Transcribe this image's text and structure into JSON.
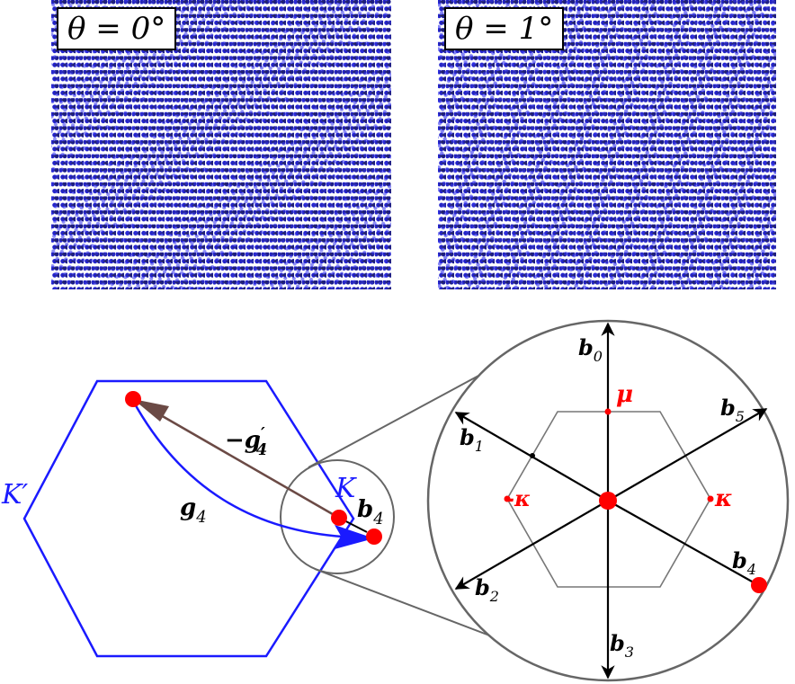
{
  "panels": {
    "left_label": "θ = 0°",
    "right_label": "θ = 1°"
  },
  "bz": {
    "K_prime_label": "K′",
    "K_label": "K",
    "g4_label": "g",
    "g4_sub": "4",
    "neg_g4prime_label": "−g",
    "neg_g4prime_sub": "4",
    "neg_g4prime_prime": "′",
    "b4_small_label": "b",
    "b4_small_sub": "4"
  },
  "zoom": {
    "b0": {
      "main": "b",
      "sub": "0"
    },
    "b1": {
      "main": "b",
      "sub": "1"
    },
    "b2": {
      "main": "b",
      "sub": "2"
    },
    "b3": {
      "main": "b",
      "sub": "3"
    },
    "b4": {
      "main": "b",
      "sub": "4"
    },
    "b5": {
      "main": "b",
      "sub": "5"
    },
    "mu_label": "μ",
    "kappa_label": "κ",
    "neg_kappa_label": "-κ"
  },
  "colors": {
    "lattice": "#2222cc",
    "hexagon": "#1a1aff",
    "point": "#ff0000",
    "arrow_neg_g": "#6b4a45",
    "arrow_g": "#1a1aff",
    "zoom_hex": "#777777",
    "zoom_circle": "#666666"
  }
}
